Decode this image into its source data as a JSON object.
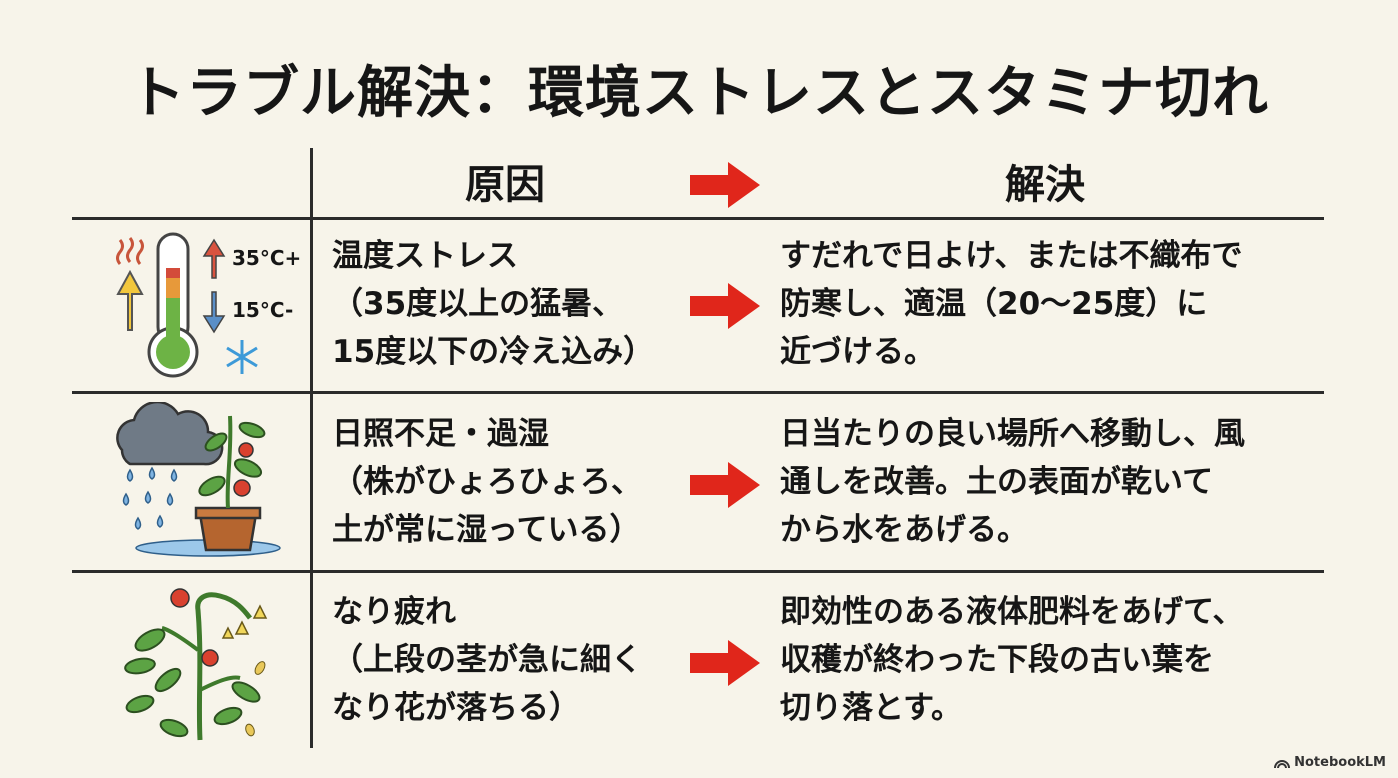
{
  "title": "トラブル解決：環境ストレスとスタミナ切れ",
  "headers": {
    "cause": "原因",
    "solution": "解決"
  },
  "rows": [
    {
      "cause": "温度ストレス\n（35度以上の猛暑、\n15度以下の冷え込み）",
      "solution": "すだれで日よけ、または不織布で\n防寒し、適温（20〜25度）に\n近づける。",
      "icon": "thermometer-icon",
      "icon_labels": {
        "hot": "35°C+",
        "cold": "15°C-"
      }
    },
    {
      "cause": "日照不足・過湿\n（株がひょろひょろ、\n土が常に湿っている）",
      "solution": "日当たりの良い場所へ移動し、風\n通しを改善。土の表面が乾いて\nから水をあげる。",
      "icon": "rain-cloud-tomato-plant-icon"
    },
    {
      "cause": "なり疲れ\n（上段の茎が急に細く\nなり花が落ちる）",
      "solution": "即効性のある液体肥料をあげて、\n収穫が終わった下段の古い葉を\n切り落とす。",
      "icon": "tired-tomato-plant-icon"
    }
  ],
  "branding": "NotebookLM",
  "colors": {
    "arrow": "#e0261b",
    "background": "#f7f4ea",
    "text": "#161616"
  }
}
